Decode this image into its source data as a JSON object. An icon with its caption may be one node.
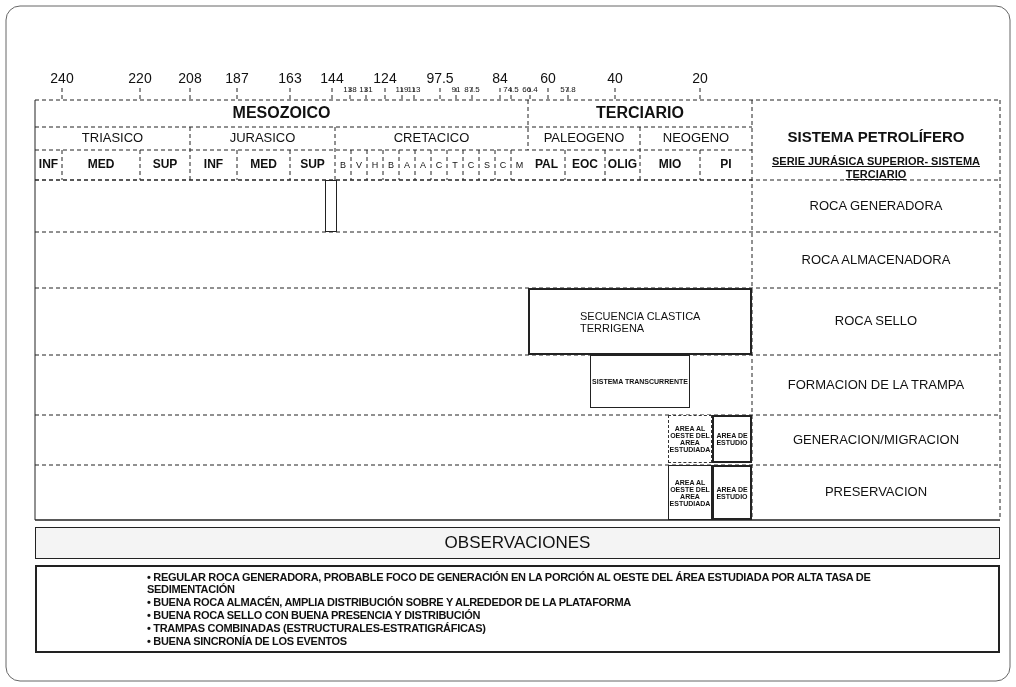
{
  "diagram": {
    "nodes": [
      {
        "text": [],
        "shape": "box"
      },
      {
        "text": [
          "SECUENCIA CLASTICA TERRIGENA"
        ]
      },
      {
        "text": [
          "SISTEMA TRANSCURRENTE"
        ]
      },
      {
        "text": [
          "AREA AL OESTE DEL AREA ESTUDIADA"
        ]
      },
      {
        "text": [
          "AREA DE ESTUDIO"
        ]
      },
      {
        "text": [
          "AREA AL OESTE DEL AREA ESTUDIADA"
        ]
      },
      {
        "text": [
          "AREA DE ESTUDIO"
        ]
      },
      {
        "text": [
          "OBSERVACIONES"
        ]
      },
      {
        "text": [
          "• REGULAR ROCA GENERADORA, PROBABLE FOCO DE GENERACIÓN EN LA PORCIÓN AL OESTE DEL ÁREA ESTUDIADA POR ALTA TASA DE SEDIMENTACIÓN",
          "• BUENA ROCA ALMACÉN, AMPLIA DISTRIBUCIÓN SOBRE Y ALREDEDOR DE LA PLATAFORMA",
          "• BUENA ROCA SELLO CON BUENA PRESENCIA Y DISTRIBUCIÓN",
          "• TRAMPAS COMBINADAS (ESTRUCTURALES-ESTRATIGRÁFICAS)",
          "• BUENA SINCRONÍA DE LOS EVENTOS"
        ]
      }
    ],
    "edges": [],
    "labels": [
      "240",
      "220",
      "208",
      "187",
      "163",
      "144",
      "138",
      "131",
      "124",
      "119",
      "113",
      "97.5",
      "91",
      "87.5",
      "84",
      "74.5",
      "66.4",
      "60",
      "57.8",
      "40",
      "20",
      "MESOZOICO",
      "TERCIARIO",
      "TRIASICO",
      "JURASICO",
      "CRETACICO",
      "PALEOGENO",
      "NEOGENO",
      "INF",
      "MED",
      "SUP",
      "INF",
      "MED",
      "SUP",
      "B",
      "V",
      "H",
      "B",
      "A",
      "A",
      "C",
      "T",
      "C",
      "S",
      "C",
      "M",
      "PAL",
      "EOC",
      "OLIG",
      "MIO",
      "PI",
      "SISTEMA PETROLÍFERO",
      "SERIE JURÁSICA SUPERIOR- SISTEMA TERCIARIO",
      "ROCA GENERADORA",
      "ROCA ALMACENADORA",
      "ROCA SELLO",
      "FORMACION DE LA TRAMPA",
      "GENERACION/MIGRACION",
      "PRESERVACION"
    ]
  }
}
